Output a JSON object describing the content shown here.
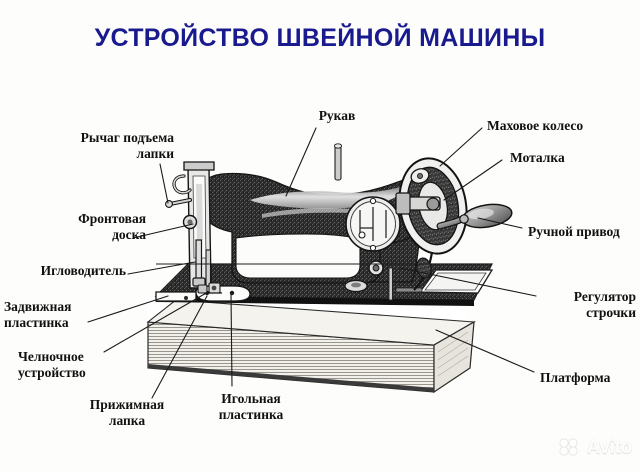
{
  "page": {
    "title": "УСТРОЙСТВО ШВЕЙНОЙ МАШИНЫ",
    "background_color": "#fdfdfb",
    "title_color": "#1a1a8f",
    "label_color": "#111111",
    "line_color": "#1a1a1a"
  },
  "labels": [
    {
      "id": "lever",
      "text": "Рычаг подъема\nлапки",
      "align": "right"
    },
    {
      "id": "front_board",
      "text": "Фронтовая\nдоска",
      "align": "right"
    },
    {
      "id": "needle_bar",
      "text": "Игловодитель",
      "align": "right"
    },
    {
      "id": "slide_plate",
      "text": "Задвижная\nпластинка",
      "align": "left"
    },
    {
      "id": "shuttle",
      "text": "Челночное\nустройство",
      "align": "left"
    },
    {
      "id": "presser_foot",
      "text": "Прижимная\nлапка",
      "align": "center"
    },
    {
      "id": "needle_plate",
      "text": "Игольная\nпластинка",
      "align": "center"
    },
    {
      "id": "arm",
      "text": "Рукав",
      "align": "center"
    },
    {
      "id": "hand_wheel",
      "text": "Маховое колесо",
      "align": "left"
    },
    {
      "id": "bobbin_winder",
      "text": "Моталка",
      "align": "left"
    },
    {
      "id": "hand_drive",
      "text": "Ручной привод",
      "align": "left"
    },
    {
      "id": "stitch_reg",
      "text": "Регулятор\nстрочки",
      "align": "right"
    },
    {
      "id": "platform",
      "text": "Платформа",
      "align": "left"
    }
  ],
  "watermark": {
    "brand": "Avito",
    "icon": "avito-dots-icon"
  }
}
